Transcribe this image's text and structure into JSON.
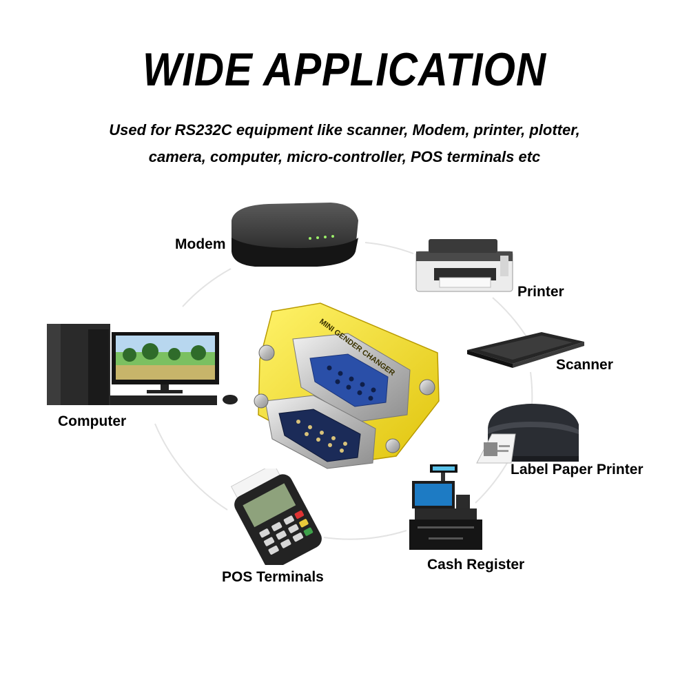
{
  "title": "WIDE APPLICATION",
  "subtitle": {
    "line1": "Used for RS232C equipment like scanner, Modem, printer, plotter,",
    "line2": "camera, computer, micro-controller, POS terminals etc"
  },
  "adapter": {
    "label_text": "MINI GENDER CHANGER"
  },
  "devices": {
    "modem": "Modem",
    "printer": "Printer",
    "scanner": "Scanner",
    "computer": "Computer",
    "label_paper_printer": "Label Paper Printer",
    "cash_register": "Cash Register",
    "pos_terminals": "POS Terminals"
  },
  "colors": {
    "adapter_yellow": "#f3e01a",
    "connector_blue": "#2a4fa8",
    "ring": "#e3e3e3"
  }
}
